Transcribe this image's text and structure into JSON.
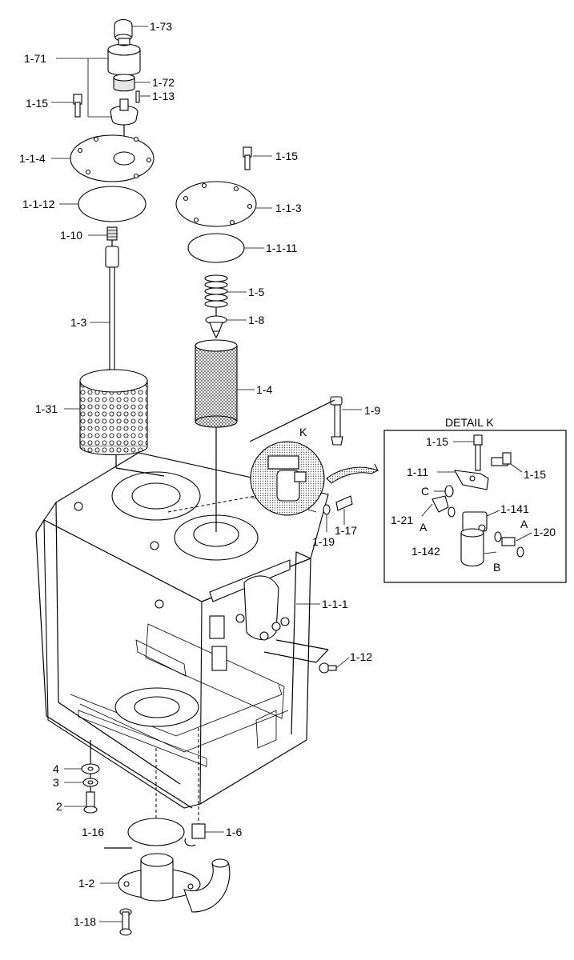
{
  "detail": {
    "title": "DETAIL  K",
    "key": "K"
  },
  "labels": {
    "p1_73": "1-73",
    "p1_71": "1-71",
    "p1_72": "1-72",
    "p1_15a": "1-15",
    "p1_13": "1-13",
    "p1_1_4": "1-1-4",
    "p1_15b": "1-15",
    "p1_1_12": "1-1-12",
    "p1_1_3": "1-1-3",
    "p1_10": "1-10",
    "p1_1_11": "1-1-11",
    "p1_5": "1-5",
    "p1_3": "1-3",
    "p1_8": "1-8",
    "p1_4": "1-4",
    "p1_31": "1-31",
    "p1_9": "1-9",
    "p1_19": "1-19",
    "p1_17": "1-17",
    "p1_1_1": "1-1-1",
    "p1_12": "1-12",
    "p4": "4",
    "p3": "3",
    "p2": "2",
    "p1_16": "1-16",
    "p1_6": "1-6",
    "p1_2": "1-2",
    "p1_18": "1-18",
    "d1_15a": "1-15",
    "d1_11": "1-11",
    "d1_15b": "1-15",
    "dC": "C",
    "d1_141": "1-141",
    "d1_21": "1-21",
    "dA1": "A",
    "dA2": "A",
    "d1_20": "1-20",
    "d1_142": "1-142",
    "dB": "B"
  }
}
